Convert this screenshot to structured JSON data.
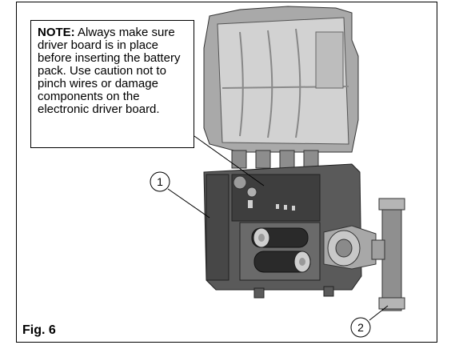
{
  "note": {
    "heading": "NOTE:",
    "body": " Always make sure driver board is in place before inserting the battery pack.  Use caution not to pinch wires or damage components on the electronic driver board."
  },
  "figure": {
    "label": "Fig. 6"
  },
  "callouts": [
    {
      "number": "1"
    },
    {
      "number": "2"
    }
  ],
  "colors": {
    "line": "#000000",
    "metal": "#9a9a9a",
    "dark": "#3a3a3a",
    "light": "#cfcfcf"
  }
}
